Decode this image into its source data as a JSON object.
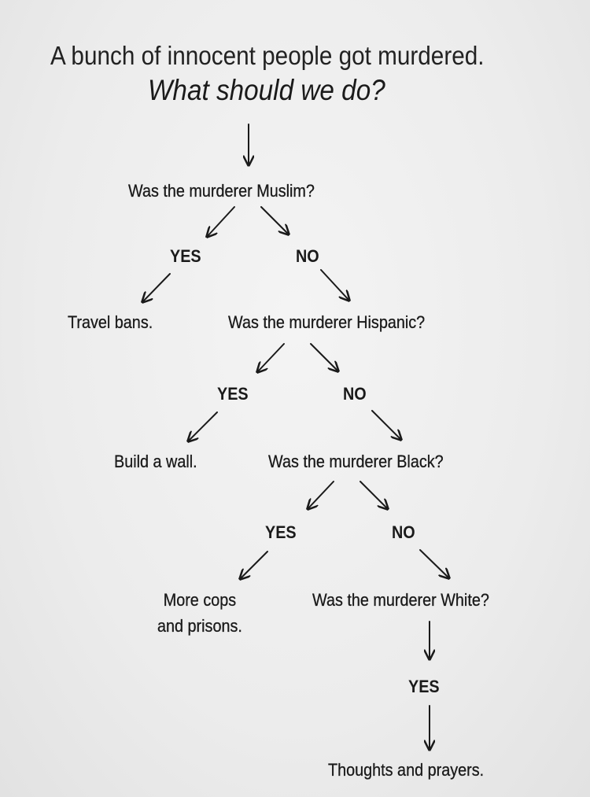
{
  "header": {
    "title": "A bunch of innocent people got murdered.",
    "subtitle": "What should we do?"
  },
  "flowchart": {
    "q1": "Was the murderer Muslim?",
    "q1_yes": "YES",
    "q1_no": "NO",
    "q1_yes_result": "Travel bans.",
    "q2": "Was the murderer Hispanic?",
    "q2_yes": "YES",
    "q2_no": "NO",
    "q2_yes_result": "Build a wall.",
    "q3": "Was the murderer Black?",
    "q3_yes": "YES",
    "q3_no": "NO",
    "q3_yes_result": "More cops\nand prisons.",
    "q4": "Was the murderer White?",
    "q4_yes": "YES",
    "q4_yes_result": "Thoughts and prayers."
  }
}
